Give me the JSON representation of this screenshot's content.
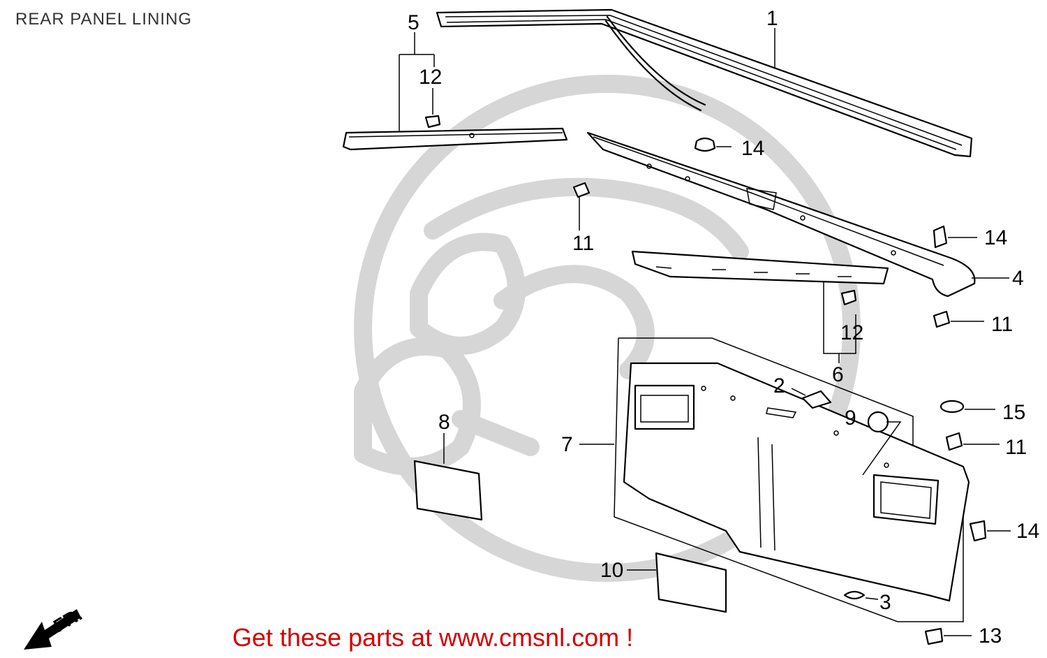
{
  "title": "REAR PANEL LINING",
  "promo": "Get these parts at www.cmsnl.com !",
  "direction_label": "FR.",
  "callouts": [
    {
      "id": "c1",
      "num": "1"
    },
    {
      "id": "c2",
      "num": "2"
    },
    {
      "id": "c3",
      "num": "3"
    },
    {
      "id": "c4",
      "num": "4"
    },
    {
      "id": "c5",
      "num": "5"
    },
    {
      "id": "c6",
      "num": "6"
    },
    {
      "id": "c7",
      "num": "7"
    },
    {
      "id": "c8",
      "num": "8"
    },
    {
      "id": "c9",
      "num": "9"
    },
    {
      "id": "c10",
      "num": "10"
    },
    {
      "id": "c11a",
      "num": "11"
    },
    {
      "id": "c11b",
      "num": "11"
    },
    {
      "id": "c11c",
      "num": "11"
    },
    {
      "id": "c12a",
      "num": "12"
    },
    {
      "id": "c12b",
      "num": "12"
    },
    {
      "id": "c13",
      "num": "13"
    },
    {
      "id": "c14a",
      "num": "14"
    },
    {
      "id": "c14b",
      "num": "14"
    },
    {
      "id": "c14c",
      "num": "14"
    },
    {
      "id": "c15",
      "num": "15"
    }
  ],
  "colors": {
    "promo": "#d40000",
    "watermark": "#d6d6d6",
    "ink": "#000000"
  }
}
